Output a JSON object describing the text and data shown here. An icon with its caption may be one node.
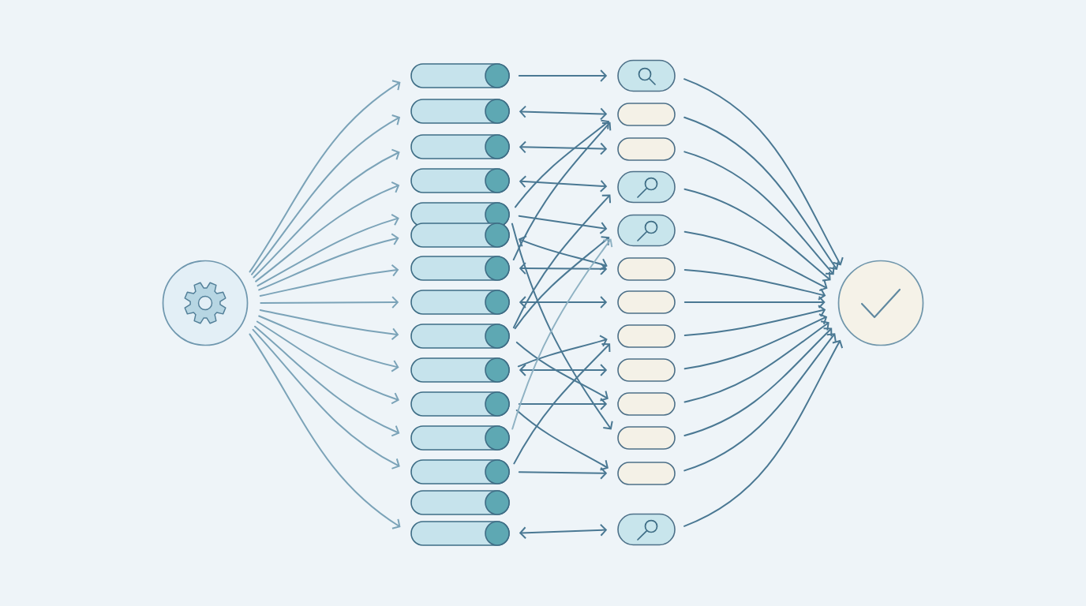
{
  "diagram": {
    "nodes": [
      {
        "text": [],
        "shape": "circle"
      },
      {
        "text": [],
        "shape": "cylinder"
      },
      {
        "text": [],
        "shape": "cylinder"
      },
      {
        "text": [],
        "shape": "cylinder"
      },
      {
        "text": [],
        "shape": "cylinder"
      },
      {
        "text": [],
        "shape": "cylinder"
      },
      {
        "text": [],
        "shape": "cylinder"
      },
      {
        "text": [],
        "shape": "cylinder"
      },
      {
        "text": [],
        "shape": "cylinder"
      },
      {
        "text": [],
        "shape": "cylinder"
      },
      {
        "text": [],
        "shape": "cylinder"
      },
      {
        "text": [],
        "shape": "cylinder"
      },
      {
        "text": [],
        "shape": "cylinder"
      },
      {
        "text": [],
        "shape": "cylinder"
      },
      {
        "text": [],
        "shape": "cylinder"
      },
      {
        "text": [],
        "shape": "cylinder"
      },
      {
        "text": [],
        "shape": "pill"
      },
      {
        "text": [],
        "shape": "pill"
      },
      {
        "text": [],
        "shape": "pill"
      },
      {
        "text": [],
        "shape": "pill"
      },
      {
        "text": [],
        "shape": "pill"
      },
      {
        "text": [],
        "shape": "pill"
      },
      {
        "text": [],
        "shape": "pill"
      },
      {
        "text": [],
        "shape": "pill"
      },
      {
        "text": [],
        "shape": "pill"
      },
      {
        "text": [],
        "shape": "pill"
      },
      {
        "text": [],
        "shape": "pill"
      },
      {
        "text": [],
        "shape": "pill"
      },
      {
        "text": [],
        "shape": "pill"
      },
      {
        "text": [],
        "shape": "circle"
      }
    ],
    "edges": [
      {
        "from": 0,
        "to": 1,
        "arrow": "to",
        "color": "#7ba3b8"
      },
      {
        "from": 0,
        "to": 2,
        "arrow": "to",
        "color": "#7ba3b8"
      },
      {
        "from": 0,
        "to": 3,
        "arrow": "to",
        "color": "#7ba3b8"
      },
      {
        "from": 0,
        "to": 4,
        "arrow": "to",
        "color": "#7ba3b8"
      },
      {
        "from": 0,
        "to": 5,
        "arrow": "to",
        "color": "#7ba3b8"
      },
      {
        "from": 0,
        "to": 6,
        "arrow": "to",
        "color": "#7ba3b8"
      },
      {
        "from": 0,
        "to": 7,
        "arrow": "to",
        "color": "#7ba3b8"
      },
      {
        "from": 0,
        "to": 8,
        "arrow": "to",
        "color": "#7ba3b8"
      },
      {
        "from": 0,
        "to": 9,
        "arrow": "to",
        "color": "#7ba3b8"
      },
      {
        "from": 0,
        "to": 10,
        "arrow": "to",
        "color": "#7ba3b8"
      },
      {
        "from": 0,
        "to": 11,
        "arrow": "to",
        "color": "#7ba3b8"
      },
      {
        "from": 0,
        "to": 12,
        "arrow": "to",
        "color": "#7ba3b8"
      },
      {
        "from": 0,
        "to": 13,
        "arrow": "to",
        "color": "#7ba3b8"
      },
      {
        "from": 0,
        "to": 15,
        "arrow": "to",
        "color": "#7ba3b8"
      },
      {
        "from": 1,
        "to": 16,
        "arrow": "to"
      },
      {
        "from": 2,
        "to": 17,
        "arrow": "both"
      },
      {
        "from": 3,
        "to": 18,
        "arrow": "both"
      },
      {
        "from": 4,
        "to": 19,
        "arrow": "both"
      },
      {
        "from": 5,
        "to": 17,
        "arrow": "to"
      },
      {
        "from": 5,
        "to": 20,
        "arrow": "to"
      },
      {
        "from": 5,
        "to": 26,
        "arrow": "to"
      },
      {
        "from": 6,
        "to": 21,
        "arrow": "both"
      },
      {
        "from": 7,
        "to": 21,
        "arrow": "both"
      },
      {
        "from": 7,
        "to": 17,
        "arrow": "to"
      },
      {
        "from": 8,
        "to": 22,
        "arrow": "both"
      },
      {
        "from": 9,
        "to": 19,
        "arrow": "to"
      },
      {
        "from": 9,
        "to": 20,
        "arrow": "to"
      },
      {
        "from": 9,
        "to": 25,
        "arrow": "to"
      },
      {
        "from": 10,
        "to": 24,
        "arrow": "both"
      },
      {
        "from": 10,
        "to": 23,
        "arrow": "to"
      },
      {
        "from": 11,
        "to": 25,
        "arrow": "to"
      },
      {
        "from": 11,
        "to": 27,
        "arrow": "to"
      },
      {
        "from": 12,
        "to": 20,
        "arrow": "to",
        "color": "#8fb2c3"
      },
      {
        "from": 13,
        "to": 27,
        "arrow": "to"
      },
      {
        "from": 13,
        "to": 23,
        "arrow": "to"
      },
      {
        "from": 15,
        "to": 28,
        "arrow": "both"
      },
      {
        "from": 16,
        "to": 29,
        "arrow": "to"
      },
      {
        "from": 17,
        "to": 29,
        "arrow": "to"
      },
      {
        "from": 18,
        "to": 29,
        "arrow": "to"
      },
      {
        "from": 19,
        "to": 29,
        "arrow": "to"
      },
      {
        "from": 20,
        "to": 29,
        "arrow": "to"
      },
      {
        "from": 21,
        "to": 29,
        "arrow": "to"
      },
      {
        "from": 22,
        "to": 29,
        "arrow": "to"
      },
      {
        "from": 23,
        "to": 29,
        "arrow": "to"
      },
      {
        "from": 24,
        "to": 29,
        "arrow": "to"
      },
      {
        "from": 25,
        "to": 29,
        "arrow": "to"
      },
      {
        "from": 26,
        "to": 29,
        "arrow": "to"
      },
      {
        "from": 27,
        "to": 29,
        "arrow": "to"
      },
      {
        "from": 28,
        "to": 29,
        "arrow": "to"
      }
    ]
  }
}
